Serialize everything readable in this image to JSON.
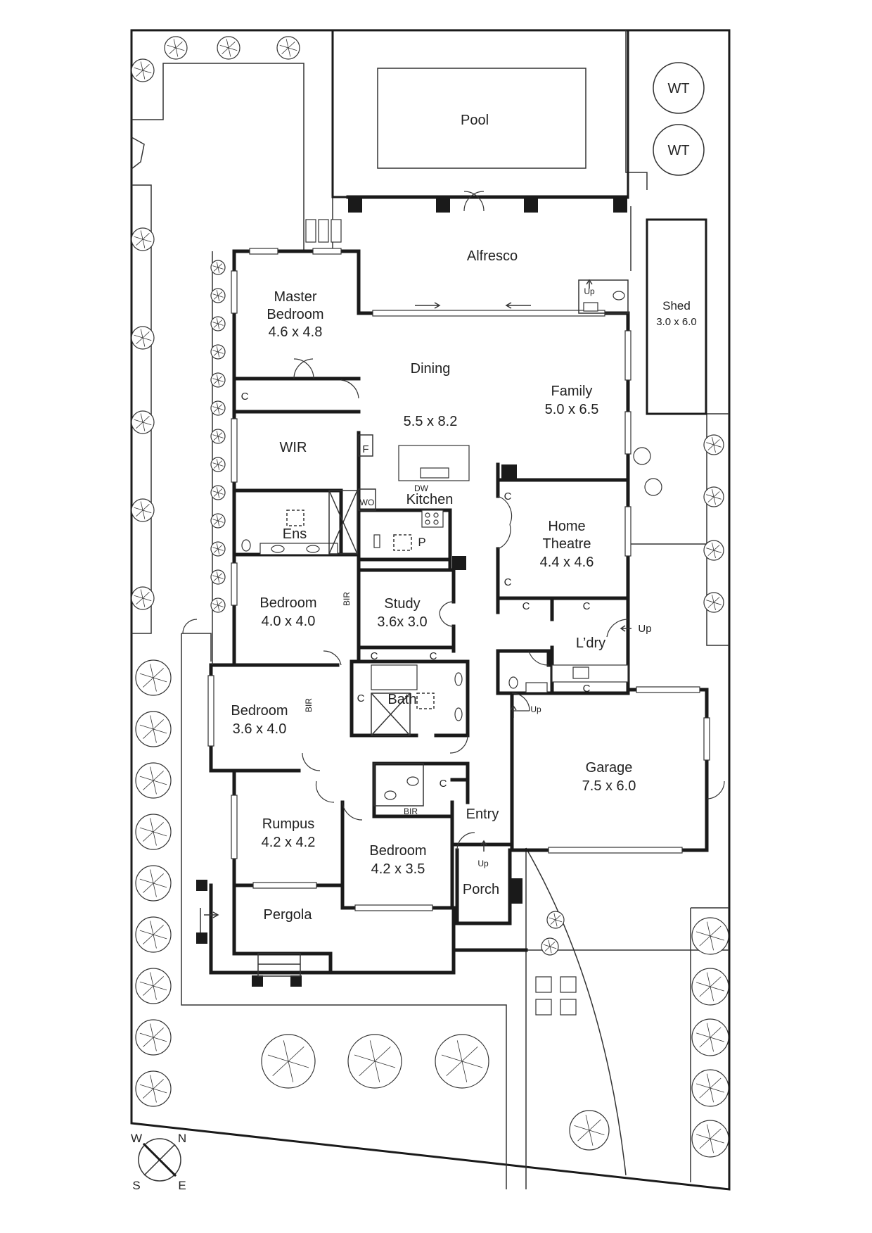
{
  "rooms": {
    "pool": "Pool",
    "wt1": "WT",
    "wt2": "WT",
    "alfresco": "Alfresco",
    "shed_name": "Shed",
    "shed_size": "3.0 x 6.0",
    "master_name1": "Master",
    "master_name2": "Bedroom",
    "master_size": "4.6 x 4.8",
    "dining": "Dining",
    "dining_size": "5.5 x 8.2",
    "family_name": "Family",
    "family_size": "5.0 x 6.5",
    "wir": "WIR",
    "kitchen": "Kitchen",
    "ens": "Ens",
    "home_theatre_1": "Home",
    "home_theatre_2": "Theatre",
    "home_theatre_size": "4.4 x 4.6",
    "bed2_name": "Bedroom",
    "bed2_size": "4.0 x 4.0",
    "study_name": "Study",
    "study_size": "3.6x 3.0",
    "laundry": "L’dry",
    "bed3_name": "Bedroom",
    "bed3_size": "3.6 x 4.0",
    "bath": "Bath",
    "garage_name": "Garage",
    "garage_size": "7.5 x 6.0",
    "rumpus_name": "Rumpus",
    "rumpus_size": "4.2 x 4.2",
    "entry": "Entry",
    "bed4_name": "Bedroom",
    "bed4_size": "4.2 x 3.5",
    "porch": "Porch",
    "pergola": "Pergola"
  },
  "fixtures": {
    "closet": "C",
    "fridge": "F",
    "walk_in_oven": "WO",
    "dishwasher": "DW",
    "pantry": "P",
    "built_in_robe": "BIR",
    "up": "Up"
  },
  "compass": {
    "w": "W",
    "n": "N",
    "s": "S",
    "e": "E"
  }
}
